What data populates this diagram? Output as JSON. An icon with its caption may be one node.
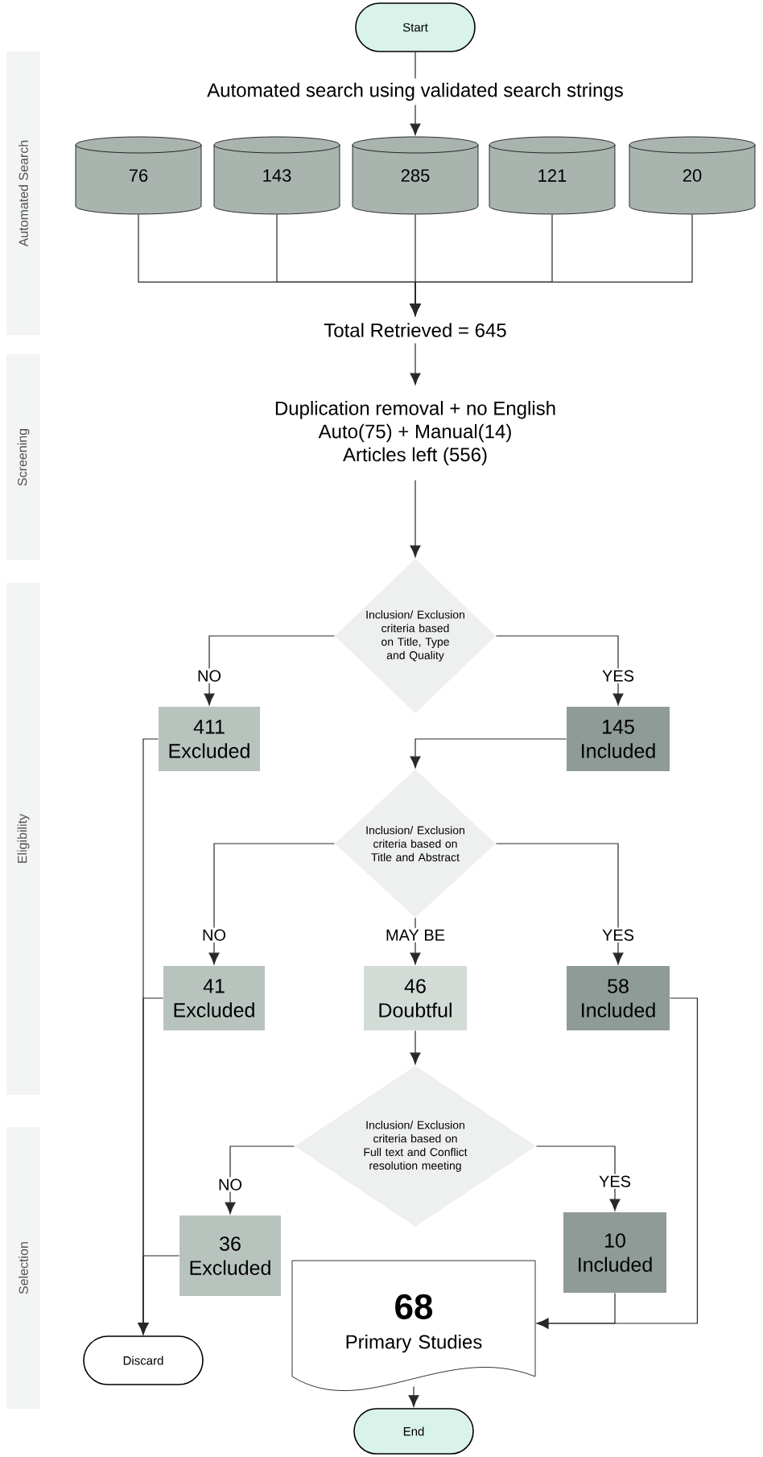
{
  "diagram": {
    "nodes": [
      {
        "text": [
          "Start"
        ]
      },
      {
        "text": [
          "Automated search using validated search strings"
        ]
      },
      {
        "text": [
          "76"
        ]
      },
      {
        "text": [
          "143"
        ]
      },
      {
        "text": [
          "285"
        ]
      },
      {
        "text": [
          "121"
        ]
      },
      {
        "text": [
          "20"
        ]
      },
      {
        "text": [
          "Total Retrieved = 645"
        ]
      },
      {
        "text": [
          "Duplication removal + no English",
          "Auto(75) + Manual(14)",
          "Articles left (556)"
        ]
      },
      {
        "text": [
          "Inclusion/ Exclusion criteria based on Title, Type and Quality"
        ]
      },
      {
        "text": [
          "411",
          "Excluded"
        ]
      },
      {
        "text": [
          "145",
          "Included"
        ]
      },
      {
        "text": [
          "Inclusion/ Exclusion criteria based on Title and Abstract"
        ]
      },
      {
        "text": [
          "41",
          "Excluded"
        ]
      },
      {
        "text": [
          "46",
          "Doubtful"
        ]
      },
      {
        "text": [
          "58",
          "Included"
        ]
      },
      {
        "text": [
          "Inclusion/ Exclusion criteria based on Full text and Conflict resolution meeting"
        ]
      },
      {
        "text": [
          "36",
          "Excluded"
        ]
      },
      {
        "text": [
          "10",
          "Included"
        ]
      },
      {
        "text": [
          "68",
          "Primary Studies"
        ]
      },
      {
        "text": [
          "Discard"
        ]
      },
      {
        "text": [
          "End"
        ]
      }
    ],
    "edges": [
      {
        "from": 0,
        "to": 1,
        "arrow": "none"
      },
      {
        "from": 1,
        "to": 4,
        "arrow": "to"
      },
      {
        "from": 2,
        "to": 7,
        "arrow": "to"
      },
      {
        "from": 3,
        "to": 7,
        "arrow": "to"
      },
      {
        "from": 4,
        "to": 7,
        "arrow": "to"
      },
      {
        "from": 5,
        "to": 7,
        "arrow": "to"
      },
      {
        "from": 6,
        "to": 7,
        "arrow": "to"
      },
      {
        "from": 7,
        "to": 8,
        "arrow": "to"
      },
      {
        "from": 8,
        "to": 9,
        "arrow": "to"
      },
      {
        "from": 9,
        "to": 10,
        "arrow": "to",
        "label": "NO"
      },
      {
        "from": 9,
        "to": 11,
        "arrow": "to",
        "label": "YES"
      },
      {
        "from": 11,
        "to": 12,
        "arrow": "to"
      },
      {
        "from": 12,
        "to": 13,
        "arrow": "to",
        "label": "NO"
      },
      {
        "from": 12,
        "to": 14,
        "arrow": "to",
        "label": "MAY BE"
      },
      {
        "from": 12,
        "to": 15,
        "arrow": "to",
        "label": "YES"
      },
      {
        "from": 14,
        "to": 16,
        "arrow": "to"
      },
      {
        "from": 16,
        "to": 17,
        "arrow": "to",
        "label": "NO"
      },
      {
        "from": 16,
        "to": 18,
        "arrow": "to",
        "label": "YES"
      },
      {
        "from": 18,
        "to": 19,
        "arrow": "to"
      },
      {
        "from": 15,
        "to": 19,
        "arrow": "to"
      },
      {
        "from": 10,
        "to": 20,
        "arrow": "to"
      },
      {
        "from": 13,
        "to": 20,
        "arrow": "to"
      },
      {
        "from": 17,
        "to": 20,
        "arrow": "to"
      },
      {
        "from": 19,
        "to": 21,
        "arrow": "to"
      }
    ],
    "labels": [
      "Automated Search",
      "Screening",
      "Eligibility",
      "Selection"
    ]
  }
}
